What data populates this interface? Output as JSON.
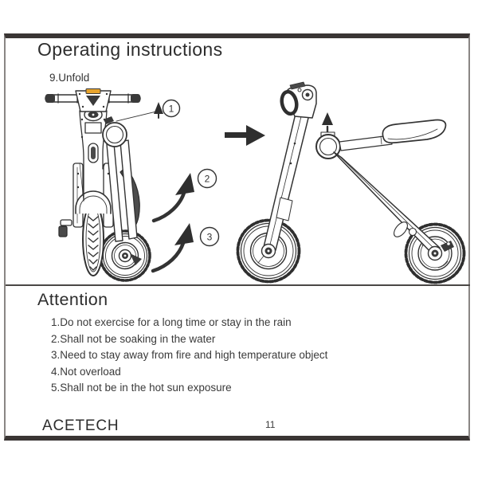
{
  "page": {
    "title": "Operating instructions",
    "step_label": "9.Unfold",
    "brand": "ACETECH",
    "page_number": "11"
  },
  "callouts": [
    "1",
    "2",
    "3"
  ],
  "attention": {
    "heading": "Attention",
    "items": [
      "1.Do not exercise for a long time or stay in the rain",
      "2.Shall not be soaking in the water",
      "3.Need to stay away from fire and high temperature object",
      "4.Not overload",
      "5.Shall not be in the hot sun exposure"
    ]
  },
  "illustration": {
    "left_figure": "folded-scooter-front-view",
    "right_figure": "unfolded-scooter-side-view",
    "transition_arrow": "right-arrow",
    "unfold_direction_arrow": "up-arrow",
    "callout_arrows": [
      "up-arrow-with-leader",
      "curved-up-arrow",
      "curved-up-arrow"
    ]
  },
  "colors": {
    "line_art": "#333333",
    "solid_arrow": "#2f2f2f",
    "accent_yellow": "#e8a42c",
    "frame_dark": "#3a3534",
    "frame_light": "#8a8684"
  }
}
